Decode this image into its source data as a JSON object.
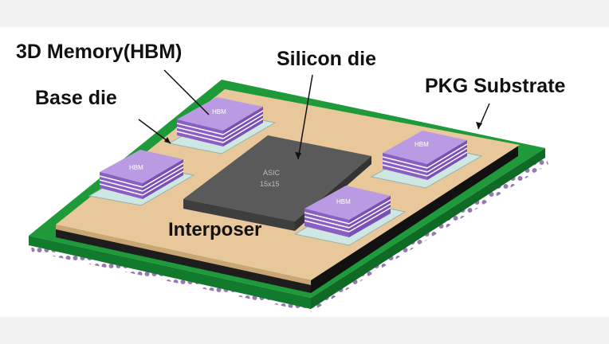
{
  "labels": {
    "hbm": "3D Memory(HBM)",
    "silicon_die": "Silicon die",
    "base_die": "Base die",
    "pkg_substrate": "PKG Substrate",
    "interposer": "Interposer"
  },
  "chips": {
    "hbm_text": "HBM",
    "asic_line1": "ASIC",
    "asic_line2": "15x15"
  },
  "colors": {
    "substrate_green": "#1f9a3a",
    "interposer_tan": "#e8c79a",
    "hbm_purple": "#a884d8",
    "asic_gray": "#5a5a5a",
    "base_die_mint": "#cfe7e3"
  }
}
